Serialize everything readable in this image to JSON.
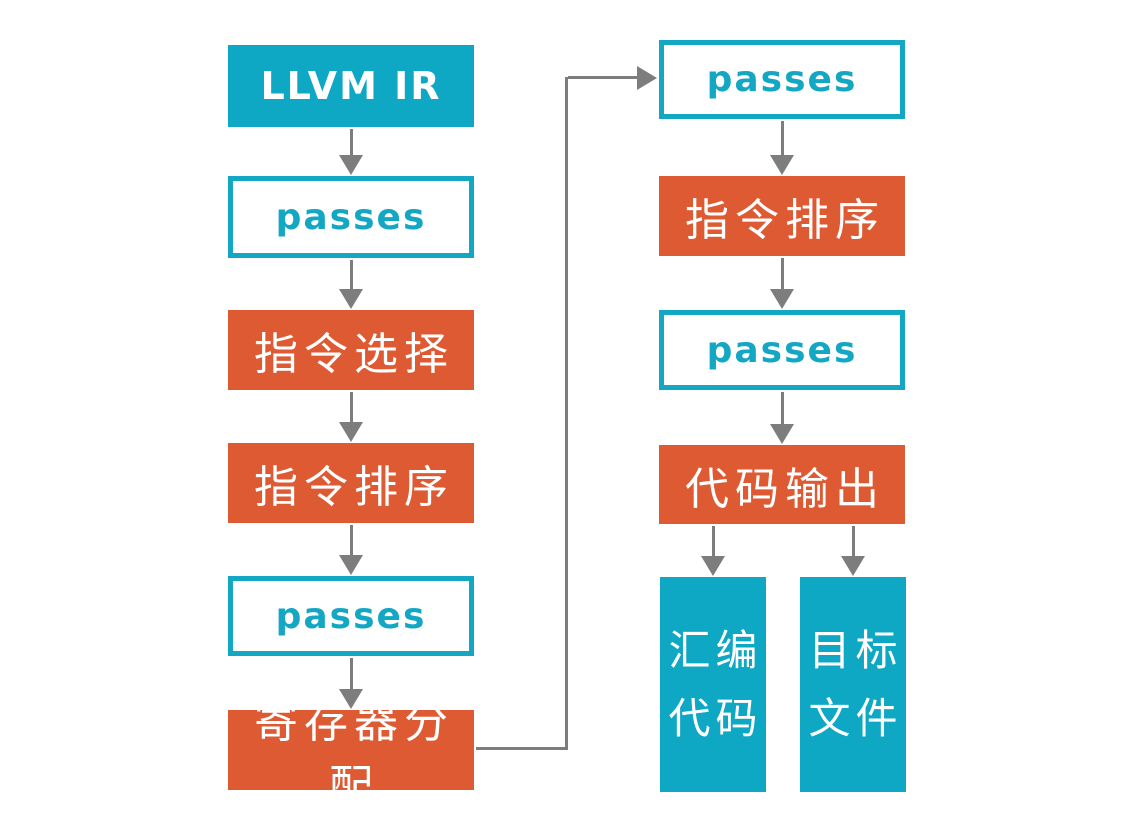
{
  "colors": {
    "teal": "#0ea7c4",
    "teal_border": "#14a7c4",
    "orange": "#dd5a33",
    "arrow_gray": "#7d7d7d",
    "box_text_white": "#ffffff"
  },
  "left_column": [
    {
      "label": "LLVM IR",
      "type": "filled-teal"
    },
    {
      "label": "passes",
      "type": "outlined-teal"
    },
    {
      "label": "指令选择",
      "type": "filled-orange"
    },
    {
      "label": "指令排序",
      "type": "filled-orange"
    },
    {
      "label": "passes",
      "type": "outlined-teal"
    },
    {
      "label": "寄存器分配",
      "type": "filled-orange"
    }
  ],
  "right_column": [
    {
      "label": "passes",
      "type": "outlined-teal"
    },
    {
      "label": "指令排序",
      "type": "filled-orange"
    },
    {
      "label": "passes",
      "type": "outlined-teal"
    },
    {
      "label": "代码输出",
      "type": "filled-orange"
    }
  ],
  "outputs": [
    {
      "label": "汇编代码",
      "type": "filled-teal"
    },
    {
      "label": "目标文件",
      "type": "filled-teal"
    }
  ]
}
